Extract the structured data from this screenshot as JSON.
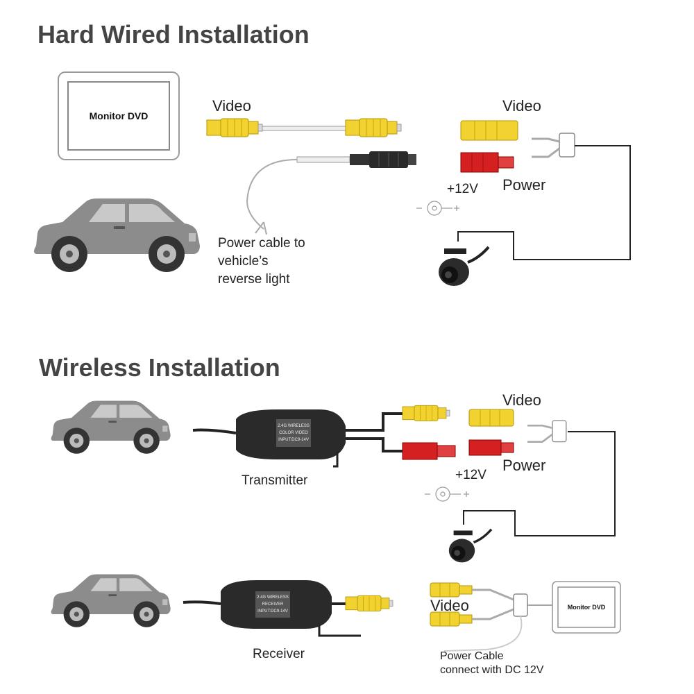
{
  "hard_wired": {
    "title": "Hard Wired Installation",
    "monitor_label": "Monitor DVD",
    "video_label_left": "Video",
    "video_label_right": "Video",
    "power_label": "Power",
    "voltage_label": "+12V",
    "power_cable_note": [
      "Power cable to",
      "vehicle’s",
      "reverse light"
    ]
  },
  "wireless": {
    "title": "Wireless Installation",
    "transmitter_label": "Transmitter",
    "receiver_label": "Receiver",
    "video_label_top": "Video",
    "power_label": "Power",
    "voltage_label": "+12V",
    "video_label_bottom": "Video",
    "monitor_label": "Monitor DVD",
    "power_cable_note": [
      "Power Cable",
      "connect with DC 12V"
    ],
    "device_print": [
      "2.4G WIRELESS",
      "COLOR VIDEO",
      "INPUT:DC9-14V"
    ],
    "receiver_print": [
      "2.4G WIRELESS",
      "RECEIVER",
      "INPUT:DC9-14V"
    ]
  },
  "colors": {
    "title": "#444444",
    "car_body": "#8c8c8c",
    "car_window": "#c9c9c9",
    "rca_yellow": "#f2d230",
    "rca_red": "#d42020",
    "wire": "#222222",
    "device": "#2a2a2a"
  },
  "icons": [
    "car-icon",
    "monitor-icon",
    "rca-plug-icon",
    "camera-icon",
    "transmitter-icon",
    "receiver-icon",
    "dc-jack-icon"
  ]
}
